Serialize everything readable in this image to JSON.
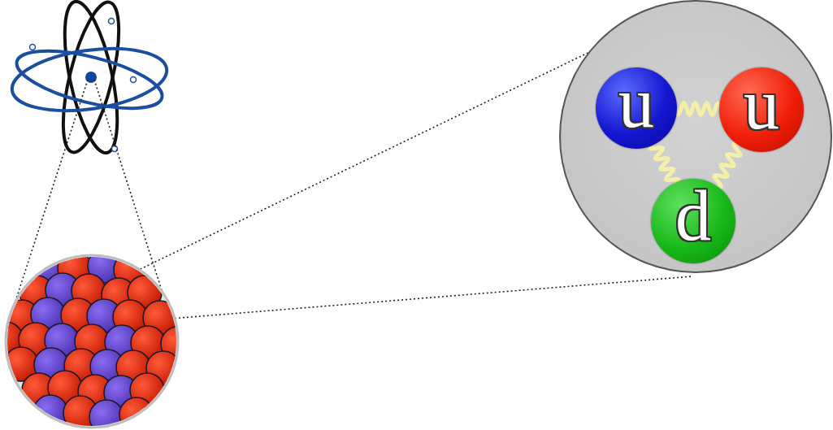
{
  "diagram": {
    "nodes": [
      {
        "text": [
          "u"
        ]
      },
      {
        "text": [
          "u"
        ]
      },
      {
        "text": [
          "d"
        ]
      }
    ],
    "edges": [
      {
        "from": 0,
        "to": 1,
        "arrow": "none"
      },
      {
        "from": 1,
        "to": 2,
        "arrow": "none"
      },
      {
        "from": 0,
        "to": 2,
        "arrow": "none"
      }
    ]
  }
}
